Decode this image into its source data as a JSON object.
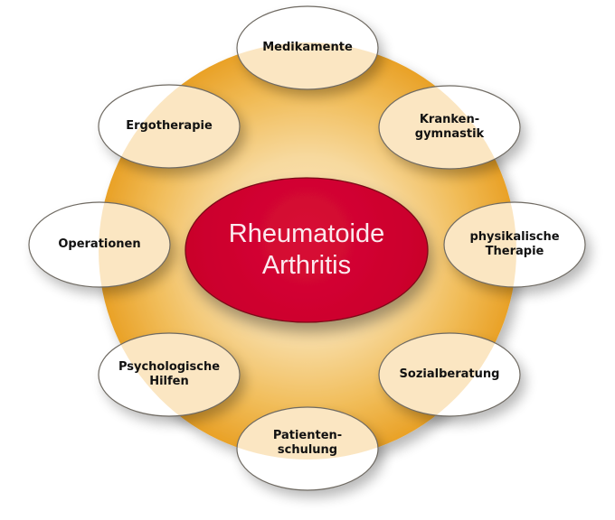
{
  "diagram": {
    "center": {
      "label": "Rheumatoide\nArthritis",
      "fill": "#d4002f",
      "stroke": "#8a0a1e",
      "text_color": "#fbe9ee"
    },
    "ring": {
      "color_outer": "#eba72c",
      "color_inner": "#f7dca8"
    },
    "nodes": [
      {
        "id": "medikamente",
        "label": "Medikamente"
      },
      {
        "id": "krankengymnastik",
        "label": "Kranken-\ngymnastik"
      },
      {
        "id": "physikalische-therapie",
        "label": "physikalische\nTherapie"
      },
      {
        "id": "sozialberatung",
        "label": "Sozialberatung"
      },
      {
        "id": "patientenschulung",
        "label": "Patienten-\nschulung"
      },
      {
        "id": "psychologische-hilfen",
        "label": "Psychologische\nHilfen"
      },
      {
        "id": "operationen",
        "label": "Operationen"
      },
      {
        "id": "ergotherapie",
        "label": "Ergotherapie"
      }
    ]
  }
}
